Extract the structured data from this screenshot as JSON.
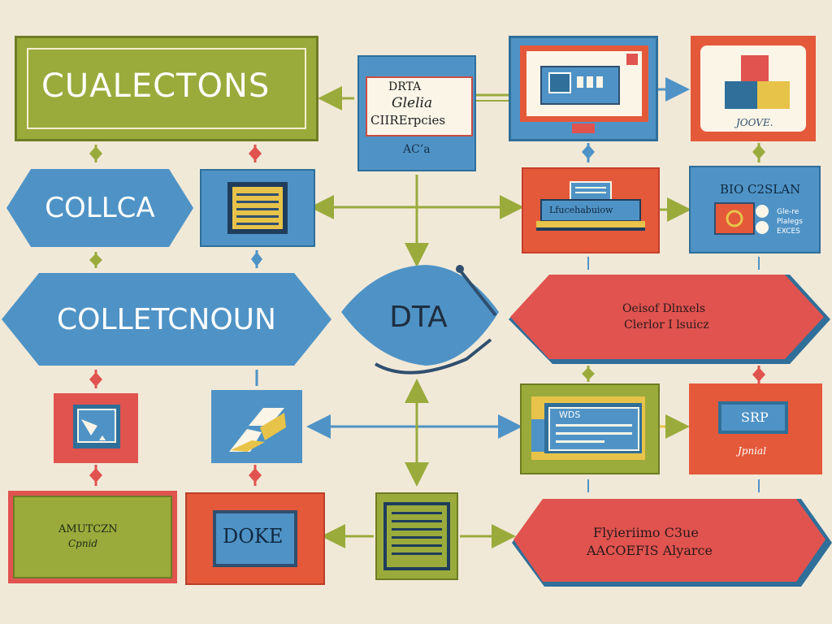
{
  "diagram": {
    "nodes": {
      "cualectons": {
        "label": "CUALECTONS"
      },
      "data_card": {
        "line1": "DRTA",
        "line2": "Glelia",
        "line3": "CIIRErpcies",
        "footer": "AC’a"
      },
      "monitor": {},
      "blocks_card": {
        "label": "JOOVE."
      },
      "collca": {
        "label": "COLLCA"
      },
      "notepad": {},
      "laptop": {
        "label": "Lfucehabuiow"
      },
      "bio_card": {
        "title": "BIO C2SLAN",
        "legend1": "Gle-re",
        "legend2": "Plalegs",
        "legend3": "EXCES"
      },
      "collectcnoun": {
        "label": "COLLETCNOUN"
      },
      "dta": {
        "label": "DTA"
      },
      "deisof": {
        "line1": "Oeisof Dlnxels",
        "line2": "Clerlor I lsuicz"
      },
      "frame_icon": {},
      "shape_icon": {},
      "wds_card": {
        "label": "WDS"
      },
      "srp_card": {
        "label": "SRP",
        "sub": "Jpnial"
      },
      "amutczn": {
        "line1": "AMUTCZN",
        "line2": "Cpnid"
      },
      "doke": {
        "label": "DOKE"
      },
      "list_card": {},
      "flyertlimo": {
        "line1": "Flyieriimo C3ue",
        "line2": "AACOEFIS Alyarce"
      }
    }
  },
  "colors": {
    "background": "#f1e9d8",
    "green": "#9aab3c",
    "blue": "#4f93c6",
    "red": "#e0534f",
    "orange": "#e4593a",
    "yellow": "#e8c349",
    "navy": "#2f4f6f"
  }
}
